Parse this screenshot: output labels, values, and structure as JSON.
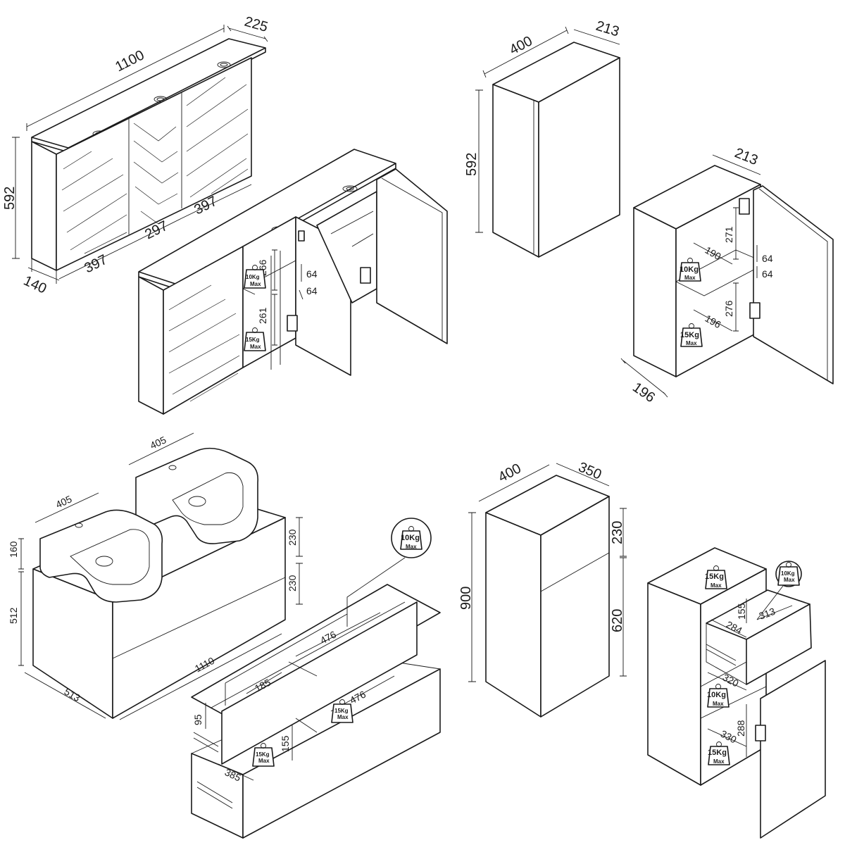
{
  "mirror_cabinet": {
    "width": "1100",
    "top_depth": "225",
    "height": "592",
    "body_depth": "140",
    "door_left": "397",
    "door_mid": "297",
    "door_right": "397",
    "shelf_top_h": "266",
    "shelf_bottom_h": "261",
    "adjust_a": "64",
    "adjust_b": "64",
    "load_upper": {
      "kg": "10",
      "unit": "Kg",
      "max": "Max"
    },
    "load_lower": {
      "kg": "15",
      "unit": "Kg",
      "max": "Max"
    }
  },
  "wall_cabinet": {
    "width": "400",
    "depth": "213",
    "height": "592",
    "open_depth": "213",
    "base_depth": "196",
    "shelf_depth_top": "190",
    "shelf_depth_bottom": "196",
    "upper_h": "271",
    "lower_h": "276",
    "adjust_a": "64",
    "adjust_b": "64",
    "load_upper": {
      "kg": "10",
      "unit": "Kg",
      "max": "Max"
    },
    "load_lower": {
      "kg": "15",
      "unit": "Kg",
      "max": "Max"
    }
  },
  "vanity": {
    "basin_left_w": "405",
    "basin_right_w": "405",
    "basin_h": "160",
    "body_h": "512",
    "depth": "513",
    "width": "1110",
    "drawer_top_h": "230",
    "drawer_bottom_h": "230",
    "inner_w_upper": "476",
    "inner_w_lower": "476",
    "inner_side": "185",
    "inner_d": "385",
    "upper_drawer_h": "95",
    "lower_drawer_h": "155",
    "load_drawer": {
      "kg": "10",
      "unit": "Kg",
      "max": "Max"
    },
    "load_mid": {
      "kg": "15",
      "unit": "Kg",
      "max": "Max"
    },
    "load_low": {
      "kg": "15",
      "unit": "Kg",
      "max": "Max"
    }
  },
  "tall_unit": {
    "width": "400",
    "depth": "350",
    "height": "900",
    "drawer_h": "230",
    "door_h": "620",
    "drawer_inner_h": "155",
    "drawer_inner_w": "284",
    "drawer_inner_d": "313",
    "shelf_d_upper": "320",
    "shelf_d_lower": "330",
    "lower_h": "288",
    "load_top": {
      "kg": "15",
      "unit": "Kg",
      "max": "Max"
    },
    "load_drawer": {
      "kg": "10",
      "unit": "Kg",
      "max": "Max"
    },
    "load_mid": {
      "kg": "10",
      "unit": "Kg",
      "max": "Max"
    },
    "load_low": {
      "kg": "15",
      "unit": "Kg",
      "max": "Max"
    }
  }
}
